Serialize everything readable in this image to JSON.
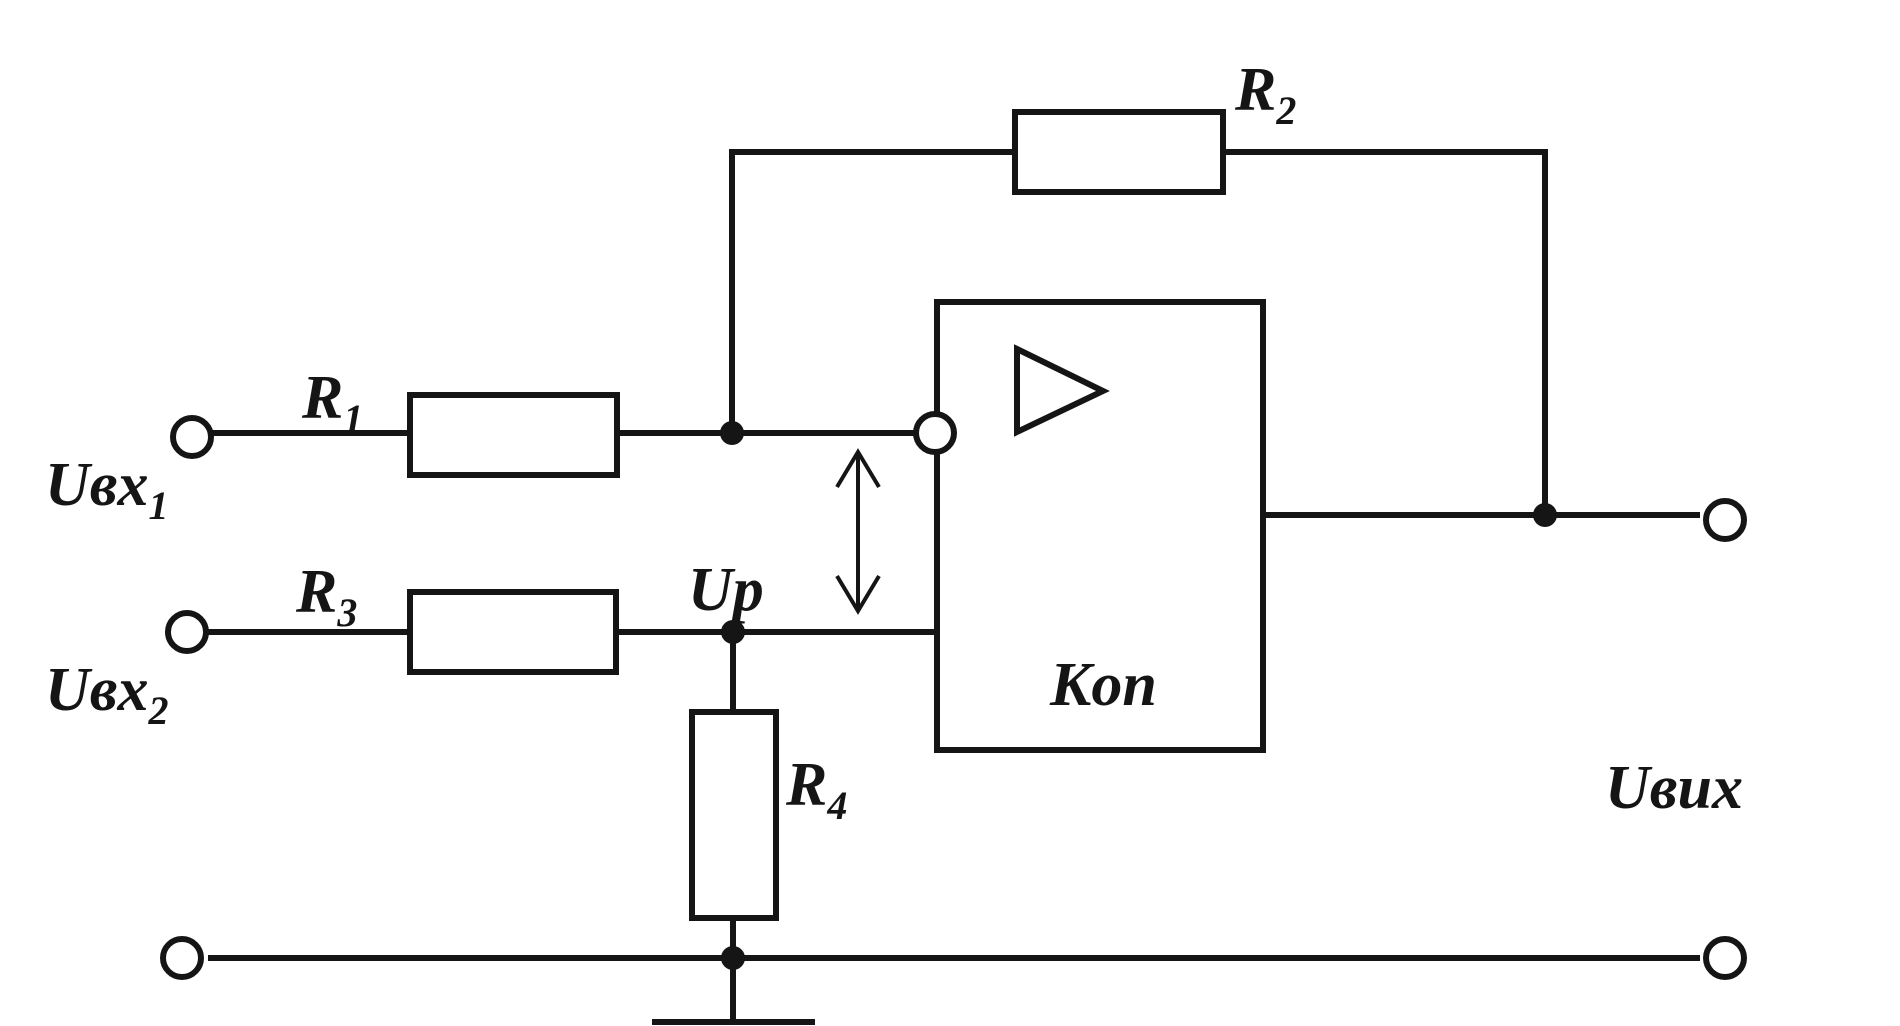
{
  "labels": {
    "r1": {
      "main": "R",
      "sub": "1"
    },
    "r2": {
      "main": "R",
      "sub": "2"
    },
    "r3": {
      "main": "R",
      "sub": "3"
    },
    "r4": {
      "main": "R",
      "sub": "4"
    },
    "uin1": {
      "main": "Uвх",
      "sub": "1"
    },
    "uin2": {
      "main": "Uвх",
      "sub": "2"
    },
    "up": "Up",
    "opamp_gain": "Kоп",
    "uout": "Uвих"
  }
}
